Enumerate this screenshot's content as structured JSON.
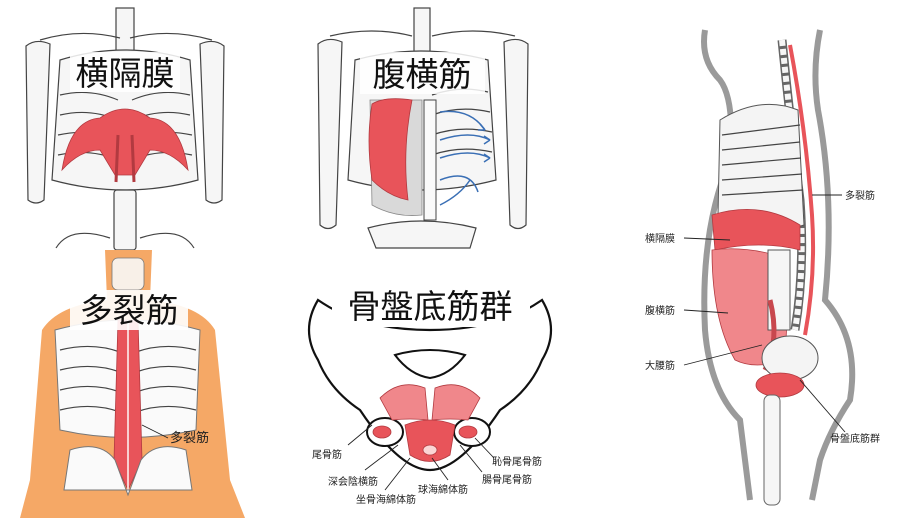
{
  "panels": {
    "diaphragm": {
      "title": "横隔膜"
    },
    "transversus": {
      "title": "腹横筋"
    },
    "multifidus": {
      "title": "多裂筋",
      "label": "多裂筋"
    },
    "pelvic_floor": {
      "title": "骨盤底筋群",
      "labels": {
        "coccygeus": "尾骨筋",
        "deep_transverse_perineal": "深会陰横筋",
        "ischiocavernosus": "坐骨海綿体筋",
        "bulbospongiosus": "球海綿体筋",
        "iliococcygeus": "腸骨尾骨筋",
        "pubococcygeus": "恥骨尾骨筋"
      }
    },
    "side_view": {
      "labels": {
        "multifidus": "多裂筋",
        "diaphragm": "横隔膜",
        "transversus": "腹横筋",
        "psoas": "大腰筋",
        "pelvic_floor": "骨盤底筋群"
      }
    }
  },
  "colors": {
    "muscle": "#e8545a",
    "skin": "#f5a866",
    "arrow": "#3a6fb5",
    "body_outline": "#9a9a9a"
  }
}
